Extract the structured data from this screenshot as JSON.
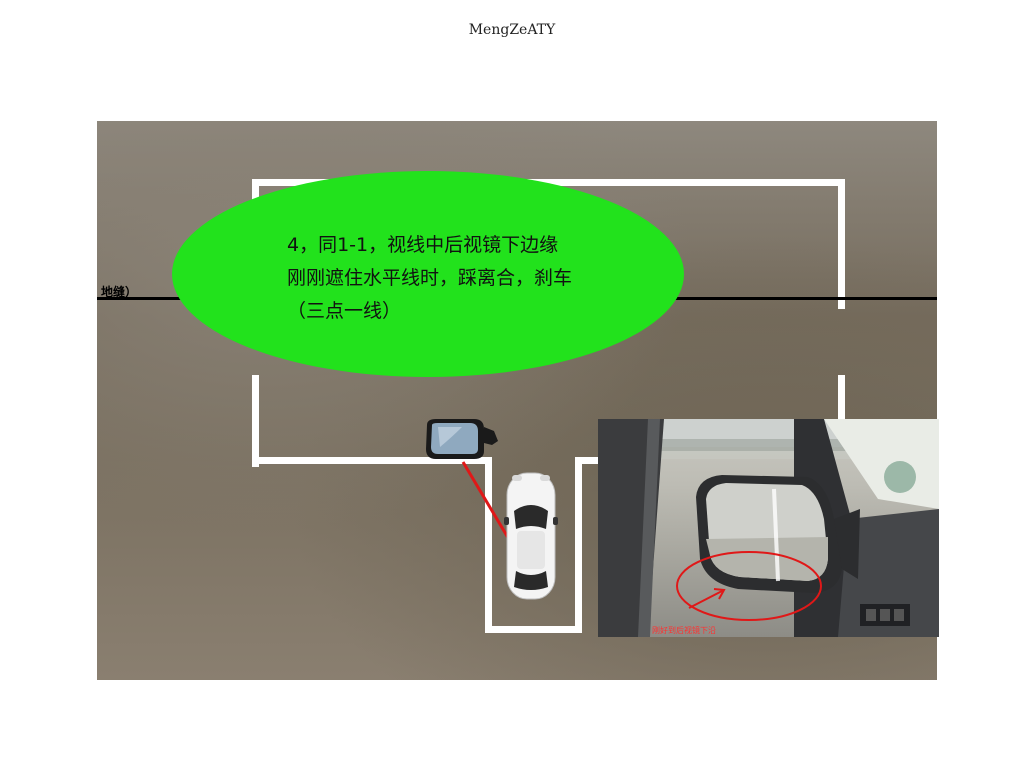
{
  "header": {
    "title": "MengZeATY"
  },
  "diagram": {
    "ground_label": "地缝）",
    "instruction_lines": [
      "4，同1-1，视线中后视镜下边缘",
      "刚刚遮住水平线时，踩离合，刹车",
      "（三点一线）"
    ],
    "photo_caption": "刚好到后视镜下沿"
  },
  "colors": {
    "bubble": "#22e21c",
    "pointer_line": "#e01818",
    "marking": "#ffffff",
    "highlight_circle": "#e01818"
  }
}
